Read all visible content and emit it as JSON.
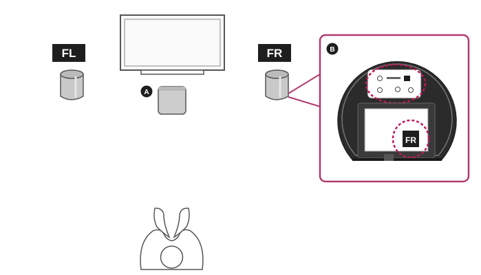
{
  "labels": {
    "front_left": "FL",
    "front_right": "FR",
    "callout_a": "A",
    "callout_b": "B",
    "detail_label": "FR"
  },
  "colors": {
    "line": "#4a4a4a",
    "label_bg": "#1e1e1e",
    "label_text": "#ffffff",
    "speaker_fill": "#cfcfcf",
    "speaker_top": "#bdbdbd",
    "accent_pink": "#c2185b",
    "detail_border": "#b03a6e",
    "detail_body": "#2b2b2b"
  },
  "icons": {
    "tv": "tv-icon",
    "subwoofer": "subwoofer-icon",
    "speaker": "speaker-icon",
    "listener": "listener-icon"
  }
}
